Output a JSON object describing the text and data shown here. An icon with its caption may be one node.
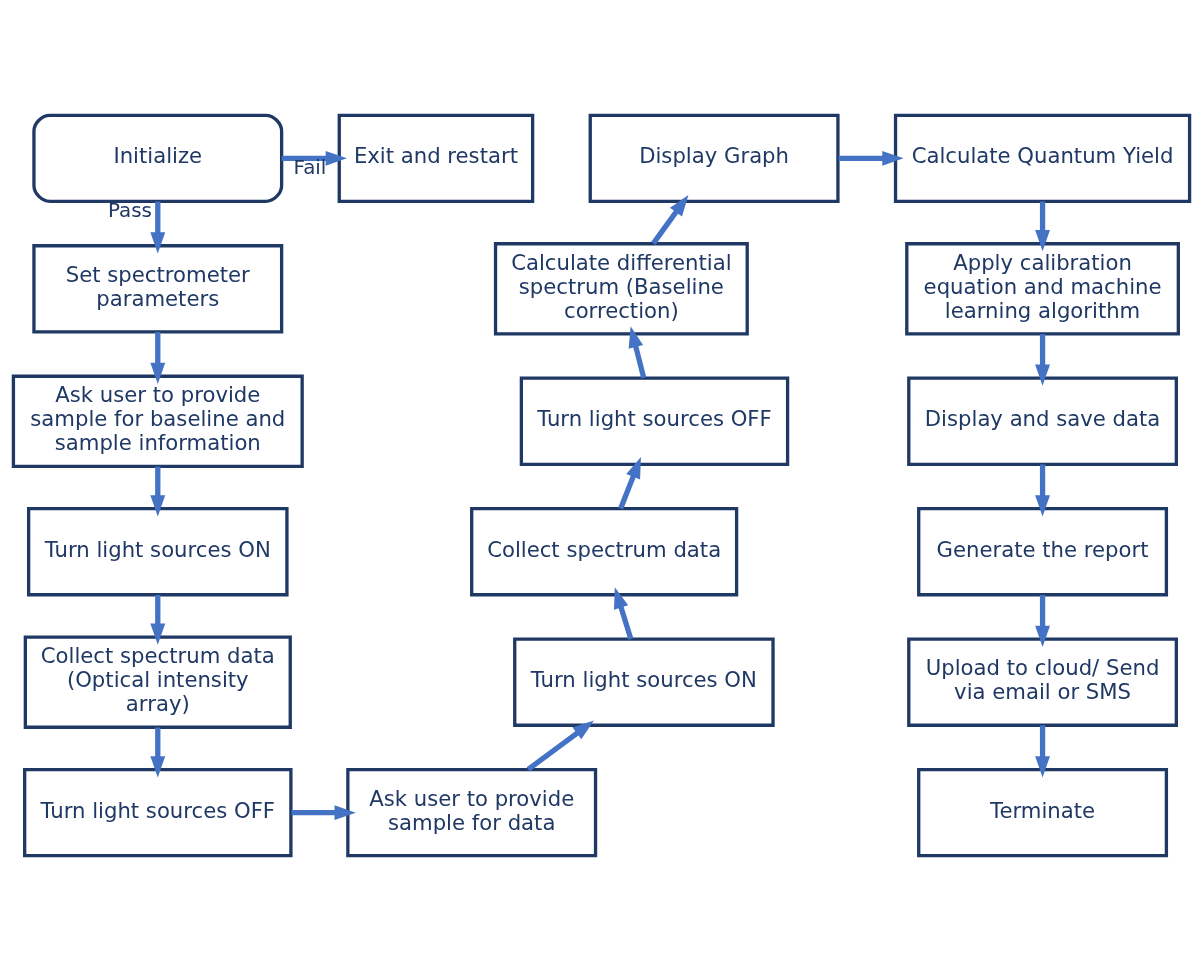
{
  "diagram": {
    "nodes": [
      {
        "text": [
          "Initialize"
        ]
      },
      {
        "text": [
          "Exit and restart"
        ]
      },
      {
        "text": [
          "Set spectrometer parameters"
        ]
      },
      {
        "text": [
          "Ask user to provide sample for baseline and sample information"
        ]
      },
      {
        "text": [
          "Turn light sources ON"
        ]
      },
      {
        "text": [
          "Collect spectrum data (Optical intensity array)"
        ]
      },
      {
        "text": [
          "Turn light sources OFF"
        ]
      },
      {
        "text": [
          "Ask user to provide sample for data"
        ]
      },
      {
        "text": [
          "Turn light sources ON"
        ]
      },
      {
        "text": [
          "Collect spectrum data"
        ]
      },
      {
        "text": [
          "Turn light sources OFF"
        ]
      },
      {
        "text": [
          "Calculate differential spectrum (Baseline correction)"
        ]
      },
      {
        "text": [
          "Display Graph"
        ]
      },
      {
        "text": [
          "Calculate Quantum Yield"
        ]
      },
      {
        "text": [
          "Apply calibration equation and machine learning algorithm"
        ]
      },
      {
        "text": [
          "Display and save data"
        ]
      },
      {
        "text": [
          "Generate the report"
        ]
      },
      {
        "text": [
          "Upload to cloud/ Send via email or SMS"
        ]
      },
      {
        "text": [
          "Terminate"
        ]
      }
    ],
    "edges": [
      {
        "from": 0,
        "to": 1,
        "arrow": "to",
        "label": "Fail"
      },
      {
        "from": 0,
        "to": 2,
        "arrow": "to",
        "label": "Pass"
      },
      {
        "from": 2,
        "to": 3,
        "arrow": "to"
      },
      {
        "from": 3,
        "to": 4,
        "arrow": "to"
      },
      {
        "from": 4,
        "to": 5,
        "arrow": "to"
      },
      {
        "from": 5,
        "to": 6,
        "arrow": "to"
      },
      {
        "from": 6,
        "to": 7,
        "arrow": "to"
      },
      {
        "from": 7,
        "to": 8,
        "arrow": "to"
      },
      {
        "from": 8,
        "to": 9,
        "arrow": "to"
      },
      {
        "from": 9,
        "to": 10,
        "arrow": "to"
      },
      {
        "from": 10,
        "to": 11,
        "arrow": "to"
      },
      {
        "from": 11,
        "to": 12,
        "arrow": "to"
      },
      {
        "from": 12,
        "to": 13,
        "arrow": "to"
      },
      {
        "from": 13,
        "to": 14,
        "arrow": "to"
      },
      {
        "from": 14,
        "to": 15,
        "arrow": "to"
      },
      {
        "from": 15,
        "to": 16,
        "arrow": "to"
      },
      {
        "from": 16,
        "to": 17,
        "arrow": "to"
      },
      {
        "from": 17,
        "to": 18,
        "arrow": "to"
      }
    ]
  }
}
